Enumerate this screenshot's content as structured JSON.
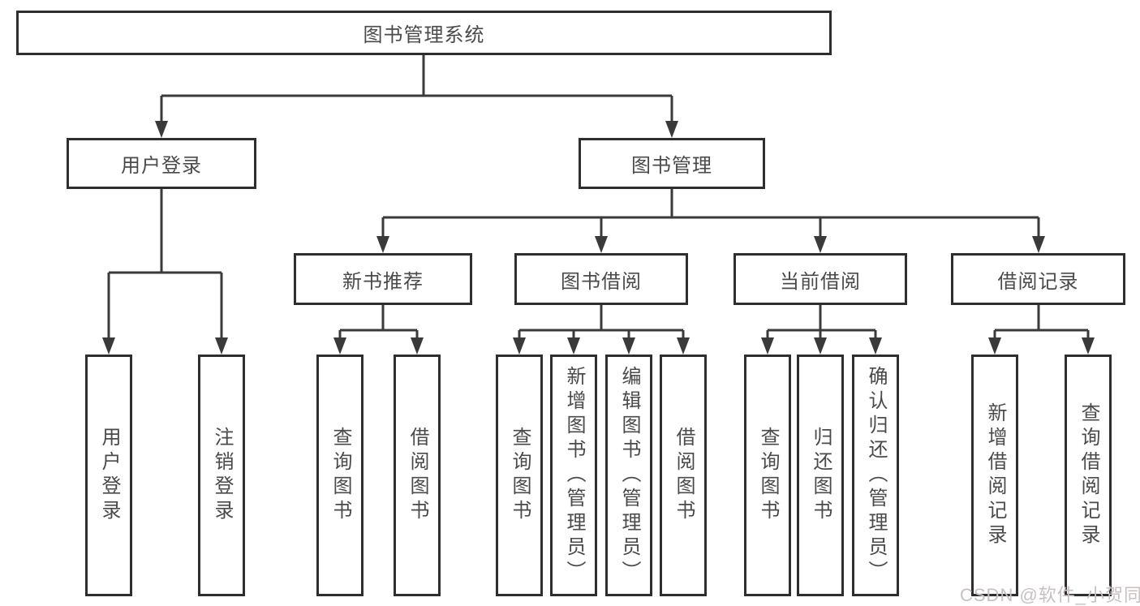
{
  "tree": {
    "label": "图书管理系统",
    "children": [
      {
        "label": "用户登录",
        "children": [
          {
            "label": "用户登录"
          },
          {
            "label": "注销登录"
          }
        ]
      },
      {
        "label": "图书管理",
        "children": [
          {
            "label": "新书推荐",
            "children": [
              {
                "label": "查询图书"
              },
              {
                "label": "借阅图书"
              }
            ]
          },
          {
            "label": "图书借阅",
            "children": [
              {
                "label": "查询图书"
              },
              {
                "label": "新增图书（管理员）"
              },
              {
                "label": "编辑图书（管理员）"
              },
              {
                "label": "借阅图书"
              }
            ]
          },
          {
            "label": "当前借阅",
            "children": [
              {
                "label": "查询图书"
              },
              {
                "label": "归还图书"
              },
              {
                "label": "确认归还（管理员）"
              }
            ]
          },
          {
            "label": "借阅记录",
            "children": [
              {
                "label": "新增借阅记录"
              },
              {
                "label": "查询借阅记录"
              }
            ]
          }
        ]
      }
    ]
  },
  "watermark": "CSDN @软件_小贺同学",
  "colors": {
    "background": "#ffffff",
    "border": "#2e2e2e",
    "line": "#3a3a3a",
    "text": "#4a4a4a",
    "watermark": "#c8c0c1"
  }
}
